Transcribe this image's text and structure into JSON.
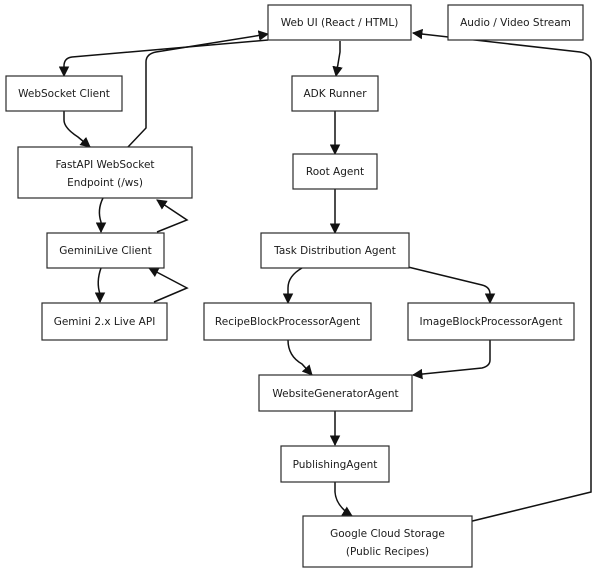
{
  "nodes": {
    "web_ui": {
      "lines": [
        "Web UI (React / HTML)"
      ]
    },
    "audio_video": {
      "lines": [
        "Audio / Video Stream"
      ]
    },
    "websocket_client": {
      "lines": [
        "WebSocket Client"
      ]
    },
    "adk_runner": {
      "lines": [
        "ADK Runner"
      ]
    },
    "fastapi": {
      "lines": [
        "FastAPI WebSocket",
        "Endpoint (/ws)"
      ]
    },
    "root_agent": {
      "lines": [
        "Root Agent"
      ]
    },
    "geminilive_client": {
      "lines": [
        "GeminiLive Client"
      ]
    },
    "task_distribution": {
      "lines": [
        "Task Distribution Agent"
      ]
    },
    "gemini_live_api": {
      "lines": [
        "Gemini 2.x Live API"
      ]
    },
    "recipe_processor": {
      "lines": [
        "RecipeBlockProcessorAgent"
      ]
    },
    "image_processor": {
      "lines": [
        "ImageBlockProcessorAgent"
      ]
    },
    "website_generator": {
      "lines": [
        "WebsiteGeneratorAgent"
      ]
    },
    "publishing": {
      "lines": [
        "PublishingAgent"
      ]
    },
    "gcs": {
      "lines": [
        "Google Cloud Storage",
        "(Public Recipes)"
      ]
    }
  },
  "edges": [
    {
      "from": "web_ui",
      "to": "websocket_client"
    },
    {
      "from": "websocket_client",
      "to": "fastapi"
    },
    {
      "from": "fastapi",
      "to": "web_ui"
    },
    {
      "from": "fastapi",
      "to": "geminilive_client"
    },
    {
      "from": "geminilive_client",
      "to": "fastapi"
    },
    {
      "from": "geminilive_client",
      "to": "gemini_live_api"
    },
    {
      "from": "gemini_live_api",
      "to": "geminilive_client"
    },
    {
      "from": "web_ui",
      "to": "adk_runner"
    },
    {
      "from": "adk_runner",
      "to": "root_agent"
    },
    {
      "from": "root_agent",
      "to": "task_distribution"
    },
    {
      "from": "task_distribution",
      "to": "recipe_processor"
    },
    {
      "from": "task_distribution",
      "to": "image_processor"
    },
    {
      "from": "recipe_processor",
      "to": "website_generator"
    },
    {
      "from": "image_processor",
      "to": "website_generator"
    },
    {
      "from": "website_generator",
      "to": "publishing"
    },
    {
      "from": "publishing",
      "to": "gcs"
    },
    {
      "from": "gcs",
      "to": "web_ui"
    }
  ]
}
